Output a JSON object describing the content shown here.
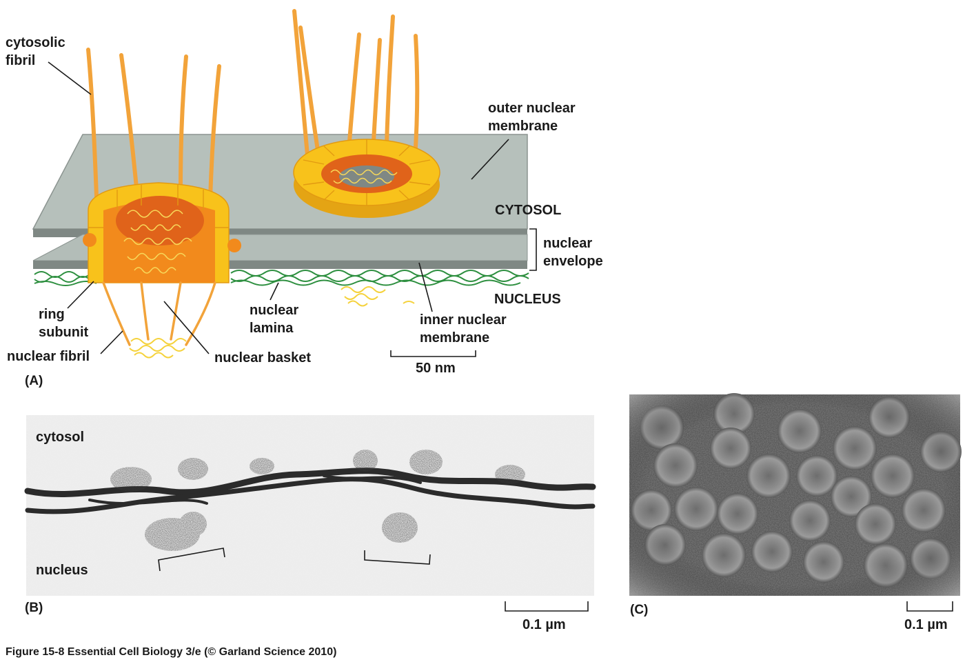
{
  "panel_a": {
    "tag": "(A)",
    "labels": {
      "cytosolic_fibril_1": "cytosolic",
      "cytosolic_fibril_2": "fibril",
      "outer_membrane_1": "outer nuclear",
      "outer_membrane_2": "membrane",
      "cytosol": "CYTOSOL",
      "envelope_1": "nuclear",
      "envelope_2": "envelope",
      "nucleus": "NUCLEUS",
      "ring_subunit_1": "ring",
      "ring_subunit_2": "subunit",
      "nuclear_fibril": "nuclear fibril",
      "nuclear_basket": "nuclear basket",
      "lamina_1": "nuclear",
      "lamina_2": "lamina",
      "inner_membrane_1": "inner nuclear",
      "inner_membrane_2": "membrane",
      "scale": "50 nm"
    },
    "colors": {
      "membrane": "#b6c0bb",
      "membrane_edge": "#7f8884",
      "ring_yellow": "#f8c21b",
      "ring_orange": "#f28a1c",
      "fibril": "#f2a33a",
      "lamina": "#2d8f3f",
      "basket": "#f5d23c"
    }
  },
  "panel_b": {
    "tag": "(B)",
    "cytosol_label": "cytosol",
    "nucleus_label": "nucleus",
    "scale": "0.1 µm"
  },
  "panel_c": {
    "tag": "(C)",
    "scale": "0.1 µm"
  },
  "caption": "Figure 15-8  Essential Cell Biology 3/e (© Garland Science 2010)"
}
